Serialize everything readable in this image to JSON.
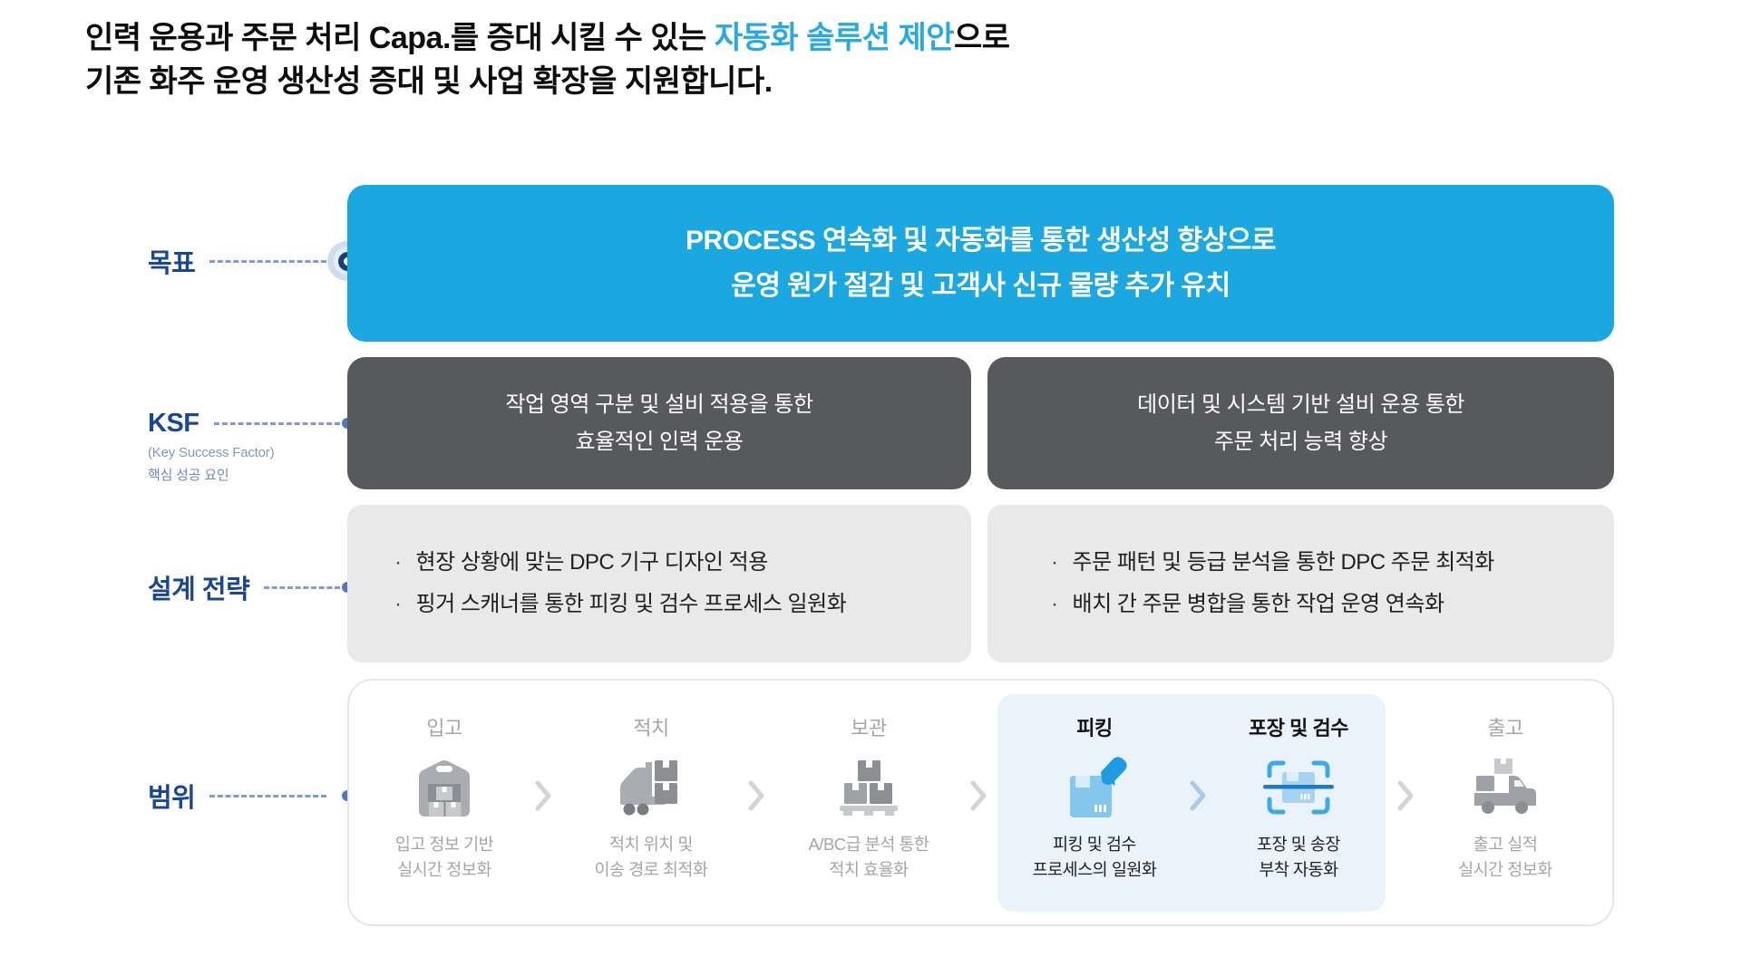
{
  "header": {
    "line1_prefix": "인력 운용과 주문 처리 Capa.를 증대 시킬 수 있는 ",
    "line1_highlight": "자동화 솔루션 제안",
    "line1_suffix": "으로",
    "line2": "기존 화주 운영 생산성 증대 및 사업 확장을 지원합니다."
  },
  "bullet_glyph": "·",
  "colors": {
    "accent_blue": "#29A9E1",
    "goal_box": "#1BA7E0",
    "ksf_box": "#57595C",
    "strategy_box": "#E9E9EA",
    "highlight_panel": "#EBF3FA",
    "label_navy": "#1A4696",
    "muted_gray": "#A2A6AB"
  },
  "rows": {
    "goal": {
      "label": "목표",
      "line1": "PROCESS 연속화 및 자동화를 통한 생산성 향상으로",
      "line2": "운영 원가 절감 및 고객사 신규 물량 추가 유치"
    },
    "ksf": {
      "label": "KSF",
      "sublabel1": "(Key Success Factor)",
      "sublabel2": "핵심 성공 요인",
      "boxes": [
        {
          "line1": "작업 영역 구분 및 설비 적용을 통한",
          "line2": "효율적인 인력 운용"
        },
        {
          "line1": "데이터 및 시스템 기반 설비 운용 통한",
          "line2": "주문 처리 능력 향상"
        }
      ]
    },
    "strategy": {
      "label": "설계 전략",
      "boxes": [
        {
          "bullets": [
            "현장 상황에 맞는 DPC 기구 디자인 적용",
            "핑거 스캐너를 통한 피킹 및 검수 프로세스 일원화"
          ]
        },
        {
          "bullets": [
            "주문 패턴 및 등급 분석을 통한 DPC 주문 최적화",
            "배치 간 주문 병합을 통한 작업 운영 연속화"
          ]
        }
      ]
    },
    "scope": {
      "label": "범위",
      "steps": [
        {
          "title": "입고",
          "desc": [
            "입고 정보 기반",
            "실시간 정보화"
          ],
          "icon": "warehouse-icon",
          "highlighted": false
        },
        {
          "title": "적치",
          "desc": [
            "적치 위치 및",
            "이송 경로 최적화"
          ],
          "icon": "forklift-icon",
          "highlighted": false
        },
        {
          "title": "보관",
          "desc": [
            "A/BC급 분석 통한",
            "적치 효율화"
          ],
          "icon": "pallet-icon",
          "highlighted": false
        },
        {
          "title": "피킹",
          "desc": [
            "피킹 및 검수",
            "프로세스의 일원화"
          ],
          "icon": "picking-icon",
          "highlighted": true
        },
        {
          "title": "포장 및 검수",
          "desc": [
            "포장 및 송장",
            "부착 자동화"
          ],
          "icon": "barcode-scan-icon",
          "highlighted": true
        },
        {
          "title": "출고",
          "desc": [
            "출고 실적",
            "실시간 정보화"
          ],
          "icon": "truck-icon",
          "highlighted": false
        }
      ]
    }
  }
}
